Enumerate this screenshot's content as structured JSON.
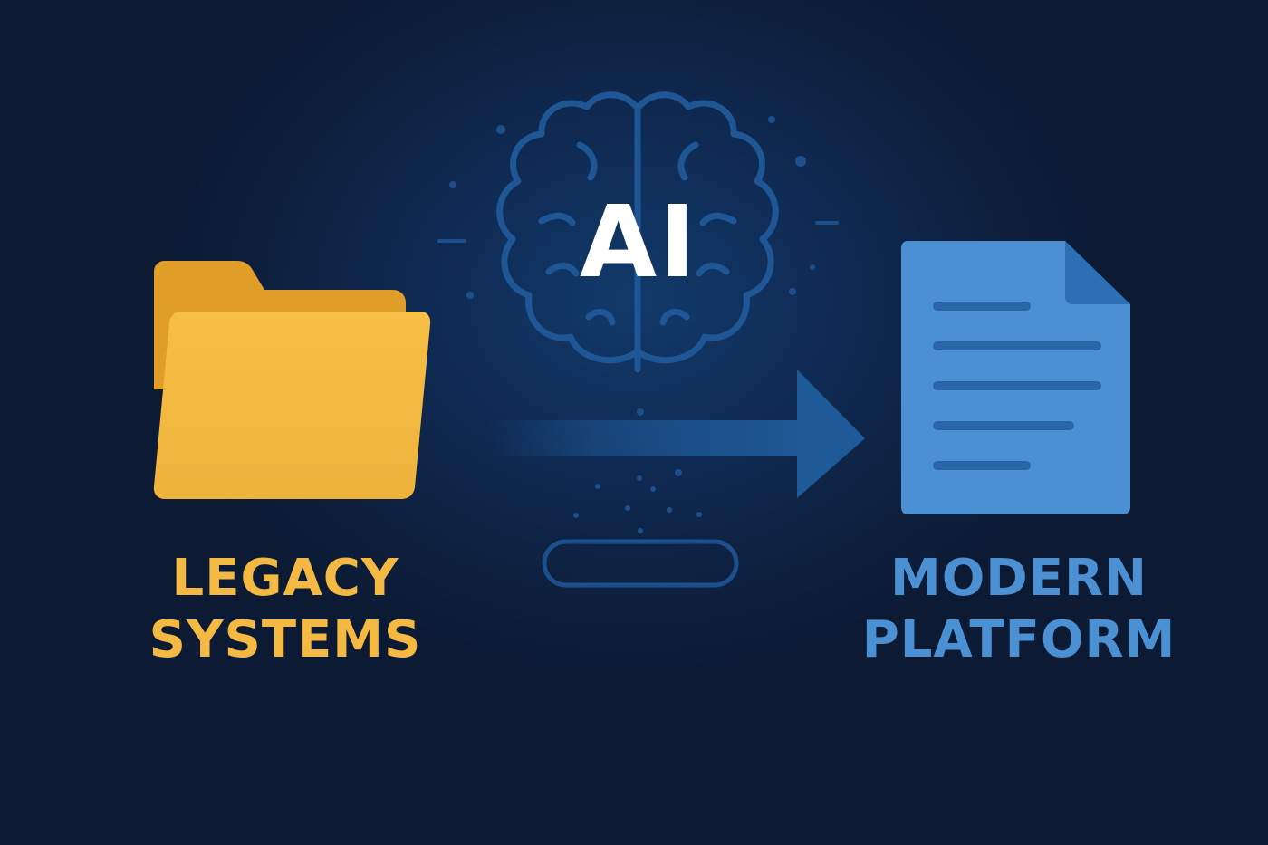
{
  "colors": {
    "background": "#0e1f3d",
    "legacy": "#f4b942",
    "modern": "#4a90d2",
    "ai_text": "#ffffff",
    "brain_outline": "#1e5696",
    "arrow": "#1f5a98"
  },
  "icons": {
    "legacy": "folder-icon",
    "ai": "brain-icon",
    "flow": "arrow-right-icon",
    "modern": "document-icon"
  },
  "ai": {
    "text": "AI"
  },
  "legacy": {
    "label_line1": "LEGACY",
    "label_line2": "SYSTEMS"
  },
  "modern": {
    "label_line1": "MODERN",
    "label_line2": "PLATFORM"
  }
}
